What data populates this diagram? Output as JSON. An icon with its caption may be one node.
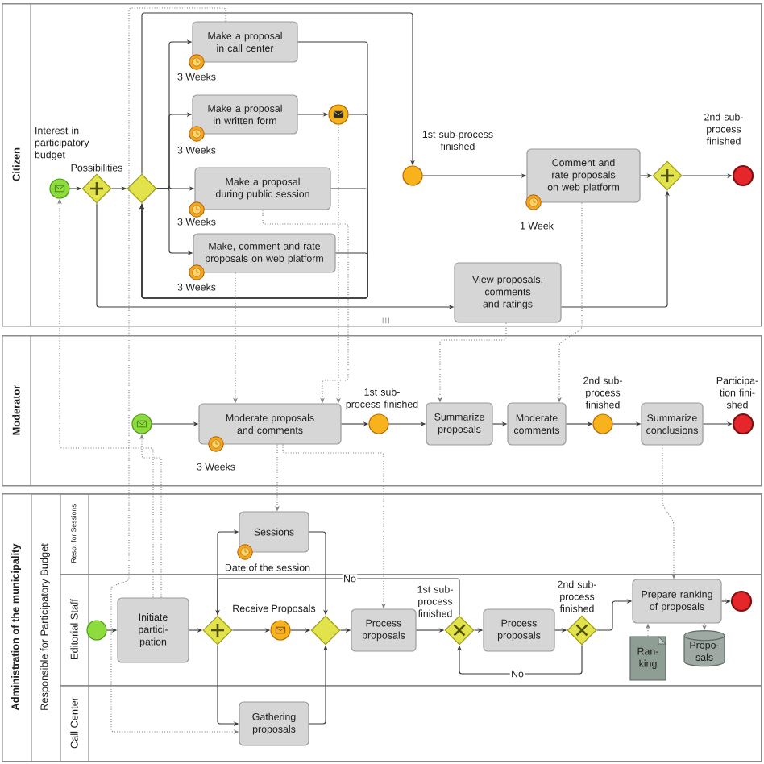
{
  "diagram": {
    "nodes": [
      {
        "text": [
          "Citizen"
        ]
      },
      {
        "text": [],
        "shape": "circle",
        "in": 0
      },
      {
        "text": [],
        "shape": "diamond",
        "in": 0,
        "beside": [
          "Possibilities"
        ]
      },
      {
        "text": [],
        "shape": "diamond",
        "in": 0
      },
      {
        "text": [
          "Make a proposal in call center"
        ],
        "in": 0,
        "beside": [
          "3 Weeks"
        ]
      },
      {
        "text": [
          "Make a proposal in written form"
        ],
        "in": 0,
        "beside": [
          "3 Weeks"
        ]
      },
      {
        "text": [],
        "shape": "circle",
        "in": 0
      },
      {
        "text": [
          "Make a proposal during public session"
        ],
        "in": 0,
        "beside": [
          "3 Weeks"
        ]
      },
      {
        "text": [
          "Make, comment and rate proposals on web platform"
        ],
        "in": 0,
        "beside": [
          "3 Weeks"
        ]
      },
      {
        "text": [],
        "shape": "circle",
        "in": 0,
        "beside": [
          "1st sub-process finished"
        ]
      },
      {
        "text": [
          "Comment and rate proposals on web platform"
        ],
        "in": 0,
        "beside": [
          "1 Week"
        ]
      },
      {
        "text": [
          "View proposals, comments and ratings"
        ],
        "in": 0
      },
      {
        "text": [],
        "shape": "diamond",
        "in": 0
      },
      {
        "text": [],
        "shape": "circle",
        "in": 0,
        "beside": [
          "2nd sub- process finished"
        ]
      },
      {
        "text": [
          "Moderator"
        ]
      },
      {
        "text": [],
        "shape": "circle",
        "in": 14
      },
      {
        "text": [
          "Moderate proposals and comments"
        ],
        "in": 14,
        "beside": [
          "3 Weeks"
        ]
      },
      {
        "text": [],
        "shape": "circle",
        "in": 14,
        "beside": [
          "1st sub-process finished"
        ]
      },
      {
        "text": [
          "Summarize proposals"
        ],
        "in": 14
      },
      {
        "text": [
          "Moderate comments"
        ],
        "in": 14
      },
      {
        "text": [],
        "shape": "circle",
        "in": 14,
        "beside": [
          "2nd sub-process finished"
        ]
      },
      {
        "text": [
          "Summarize conclusions"
        ],
        "in": 14
      },
      {
        "text": [],
        "shape": "circle",
        "in": 14,
        "beside": [
          "Participa- tion fini- shed"
        ]
      },
      {
        "text": [
          "Administration of the municipality"
        ]
      },
      {
        "text": [
          "Responsible for Participatory Budget"
        ],
        "in": 23
      },
      {
        "text": [
          "Resp. for Sessions"
        ],
        "in": 24
      },
      {
        "text": [
          "Editorial Staff"
        ],
        "in": 24
      },
      {
        "text": [
          "Call Center"
        ],
        "in": 24
      },
      {
        "text": [],
        "shape": "circle",
        "in": 26
      },
      {
        "text": [
          "Initiate partici- pation"
        ],
        "in": 26
      },
      {
        "text": [],
        "shape": "diamond",
        "in": 26
      },
      {
        "text": [
          "Sessions"
        ],
        "in": 25,
        "beside": [
          "Date of the session"
        ]
      },
      {
        "text": [],
        "shape": "circle",
        "in": 26,
        "beside": [
          "Receive Proposals"
        ]
      },
      {
        "text": [],
        "shape": "diamond",
        "in": 26
      },
      {
        "text": [
          "Gathering proposals"
        ],
        "in": 27
      },
      {
        "text": [
          "Process proposals"
        ],
        "in": 26
      },
      {
        "text": [],
        "shape": "diamond",
        "in": 26,
        "beside": [
          "1st sub- process finished"
        ]
      },
      {
        "text": [
          "Process proposals"
        ],
        "in": 26
      },
      {
        "text": [],
        "shape": "diamond",
        "in": 26,
        "beside": [
          "2nd sub- process finished"
        ]
      },
      {
        "text": [
          "Prepare ranking of proposals"
        ],
        "in": 26
      },
      {
        "text": [],
        "shape": "circle",
        "in": 26
      },
      {
        "text": [
          "Ran- king"
        ],
        "in": 26
      },
      {
        "text": [
          "Propo- sals"
        ],
        "in": 26
      }
    ],
    "edges": [
      {
        "from": 1,
        "to": 2,
        "arrow": "to"
      },
      {
        "from": 2,
        "to": 3,
        "arrow": "to"
      },
      {
        "from": 3,
        "to": 4,
        "arrow": "to"
      },
      {
        "from": 3,
        "to": 5,
        "arrow": "to"
      },
      {
        "from": 3,
        "to": 7,
        "arrow": "to"
      },
      {
        "from": 3,
        "to": 8,
        "arrow": "to"
      },
      {
        "from": 4,
        "to": 3,
        "arrow": "to"
      },
      {
        "from": 5,
        "to": 6,
        "arrow": "to"
      },
      {
        "from": 6,
        "to": 3,
        "arrow": "to"
      },
      {
        "from": 7,
        "to": 3,
        "arrow": "to"
      },
      {
        "from": 8,
        "to": 3,
        "arrow": "to"
      },
      {
        "from": 3,
        "to": 9,
        "arrow": "to"
      },
      {
        "from": 9,
        "to": 10,
        "arrow": "to"
      },
      {
        "from": 10,
        "to": 12,
        "arrow": "to"
      },
      {
        "from": 2,
        "to": 11,
        "arrow": "to"
      },
      {
        "from": 11,
        "to": 12,
        "arrow": "to"
      },
      {
        "from": 12,
        "to": 13,
        "arrow": "to"
      },
      {
        "from": 15,
        "to": 16,
        "arrow": "to"
      },
      {
        "from": 16,
        "to": 17,
        "arrow": "to"
      },
      {
        "from": 17,
        "to": 18,
        "arrow": "to"
      },
      {
        "from": 18,
        "to": 19,
        "arrow": "to"
      },
      {
        "from": 19,
        "to": 20,
        "arrow": "to"
      },
      {
        "from": 20,
        "to": 21,
        "arrow": "to"
      },
      {
        "from": 21,
        "to": 22,
        "arrow": "to"
      },
      {
        "from": 28,
        "to": 29,
        "arrow": "to"
      },
      {
        "from": 29,
        "to": 30,
        "arrow": "to"
      },
      {
        "from": 30,
        "to": 31,
        "arrow": "to"
      },
      {
        "from": 30,
        "to": 32,
        "arrow": "to"
      },
      {
        "from": 30,
        "to": 34,
        "arrow": "to"
      },
      {
        "from": 31,
        "to": 33,
        "arrow": "to"
      },
      {
        "from": 32,
        "to": 33,
        "arrow": "to"
      },
      {
        "from": 34,
        "to": 33,
        "arrow": "to"
      },
      {
        "from": 33,
        "to": 35,
        "arrow": "to"
      },
      {
        "from": 35,
        "to": 36,
        "arrow": "to"
      },
      {
        "from": 36,
        "to": 37,
        "arrow": "to"
      },
      {
        "from": 37,
        "to": 38,
        "arrow": "to"
      },
      {
        "from": 38,
        "to": 39,
        "arrow": "to"
      },
      {
        "from": 39,
        "to": 40,
        "arrow": "to"
      },
      {
        "from": 36,
        "to": 30,
        "arrow": "to",
        "label": "No"
      },
      {
        "from": 38,
        "to": 36,
        "arrow": "to",
        "label": "No"
      },
      {
        "from": 29,
        "to": 1,
        "arrow": "to",
        "style": "dashed",
        "color": "#808080"
      },
      {
        "from": 29,
        "to": 15,
        "arrow": "to",
        "style": "dashed",
        "color": "#808080"
      },
      {
        "from": 4,
        "to": 34,
        "arrow": "to",
        "style": "dashed",
        "color": "#808080"
      },
      {
        "from": 7,
        "to": 16,
        "arrow": "to",
        "style": "dashed",
        "color": "#808080"
      },
      {
        "from": 8,
        "to": 16,
        "arrow": "to",
        "style": "dashed",
        "color": "#808080"
      },
      {
        "from": 6,
        "to": 16,
        "arrow": "to",
        "style": "dashed",
        "color": "#808080"
      },
      {
        "from": 16,
        "to": 31,
        "arrow": "to",
        "style": "dashed",
        "color": "#808080"
      },
      {
        "from": 16,
        "to": 35,
        "arrow": "to",
        "style": "dashed",
        "color": "#808080"
      },
      {
        "from": 11,
        "to": 18,
        "arrow": "to",
        "style": "dashed",
        "color": "#808080"
      },
      {
        "from": 10,
        "to": 19,
        "arrow": "to",
        "style": "dashed",
        "color": "#808080"
      },
      {
        "from": 21,
        "to": 39,
        "arrow": "to",
        "style": "dashed",
        "color": "#808080"
      },
      {
        "from": 41,
        "to": 39,
        "arrow": "to",
        "style": "dashed",
        "color": "#808080"
      },
      {
        "from": 39,
        "to": 42,
        "arrow": "to",
        "style": "dashed",
        "color": "#808080"
      }
    ],
    "labels": [
      "Interest in participatory budget"
    ]
  }
}
